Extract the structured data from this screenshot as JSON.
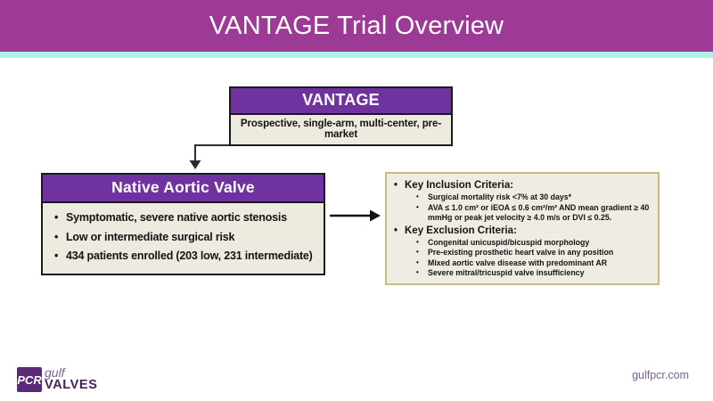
{
  "colors": {
    "header_bar": "#9c3a96",
    "accent_strip": "#aff0e8",
    "box_header_purple": "#7132a1",
    "box_body_cream": "#edeadf",
    "criteria_border_tan": "#c6ba88",
    "arrow": "#2d2d2d",
    "logo_purple": "#5b2a79",
    "link_purple": "#7b5e92"
  },
  "header": {
    "title": "VANTAGE Trial Overview"
  },
  "diagram": {
    "vantage_box": {
      "title": "VANTAGE",
      "subtitle": "Prospective, single-arm, multi-center, pre-market"
    },
    "native_box": {
      "title": "Native Aortic Valve",
      "bullets": [
        "Symptomatic, severe native aortic stenosis",
        "Low or intermediate surgical risk",
        "434 patients enrolled (203 low, 231 intermediate)"
      ]
    },
    "criteria_box": {
      "sections": [
        {
          "heading": "Key Inclusion Criteria:",
          "items": [
            "Surgical mortality risk <7% at 30 days*",
            "AVA ≤ 1.0 cm² or iEOA ≤ 0.6 cm²/m² AND mean gradient ≥ 40 mmHg or peak jet velocity ≥ 4.0 m/s or DVI ≤ 0.25."
          ]
        },
        {
          "heading": "Key Exclusion Criteria:",
          "items": [
            "Congenital unicuspid/bicuspid morphology",
            "Pre-existing prosthetic heart valve in any position",
            "Mixed aortic valve disease with predominant AR",
            "Severe mitral/tricuspid valve insufficiency"
          ]
        }
      ]
    }
  },
  "footer": {
    "logo": {
      "badge": "PCR",
      "line1": "gulf",
      "line2": "VALVES"
    },
    "website": "gulfpcr.com"
  }
}
